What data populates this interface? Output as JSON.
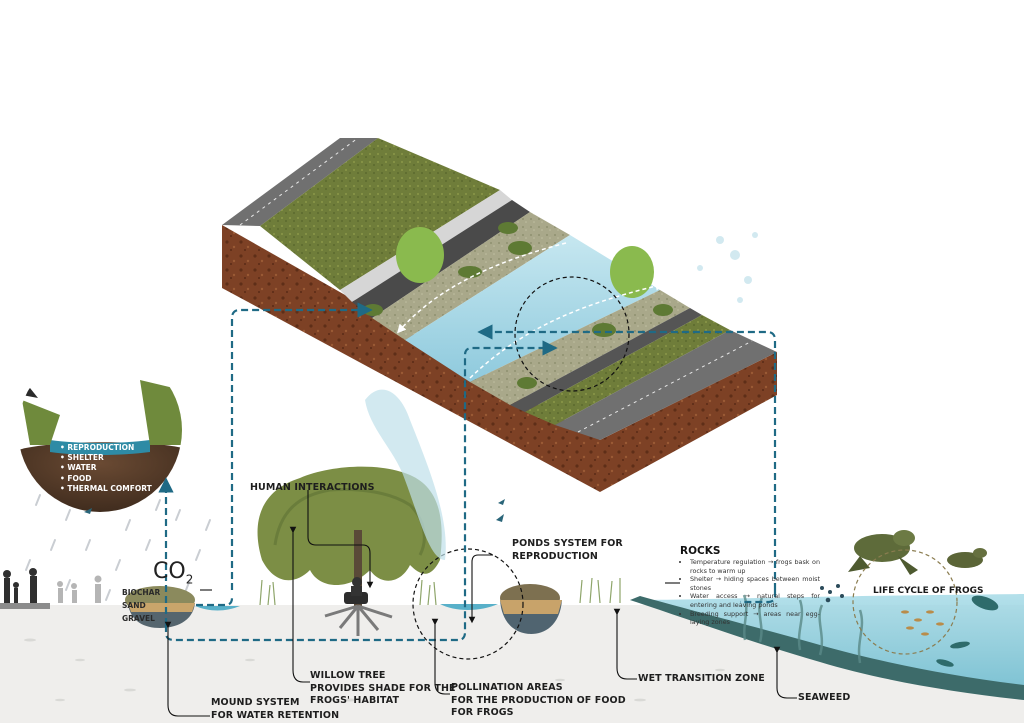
{
  "diagram": {
    "title": "Frog habitat river section diagram",
    "colors": {
      "accent_dashed": "#1f6a85",
      "water": "#a9d8e6",
      "soil": "#7a3f22",
      "grass": "#6f7f3b",
      "road": "#6f6f6f",
      "ground": "#efefed"
    },
    "habitat_bubble": {
      "items": [
        "REPRODUCTION",
        "SHELTER",
        "WATER",
        "FOOD",
        "THERMAL COMFORT"
      ]
    },
    "co2": {
      "main": "CO",
      "sub": "2"
    },
    "mound_layers": [
      "BIOCHAR",
      "SAND",
      "GRAVEL"
    ],
    "labels": {
      "human_interactions": "HUMAN INTERACTIONS",
      "ponds_system": [
        "PONDS SYSTEM FOR",
        "REPRODUCTION"
      ],
      "willow_tree": [
        "WILLOW TREE",
        "PROVIDES SHADE FOR THE",
        "FROGS' HABITAT"
      ],
      "mound_system": [
        "MOUND SYSTEM",
        "FOR WATER RETENTION"
      ],
      "pollination": [
        "POLLINATION AREAS",
        "FOR THE PRODUCTION OF FOOD",
        "FOR FROGS"
      ],
      "wet_transition": "WET TRANSITION ZONE",
      "seaweed": "SEAWEED",
      "life_cycle": "LIFE CYCLE OF FROGS"
    },
    "rocks": {
      "title": "ROCKS",
      "items": [
        "Temperature regulation → frogs bask on rocks to warm up",
        "Shelter → hiding spaces between moist stones",
        "Water access → natural steps for entering and leaving ponds",
        "Breeding support → areas near egg-laying zones"
      ]
    }
  }
}
